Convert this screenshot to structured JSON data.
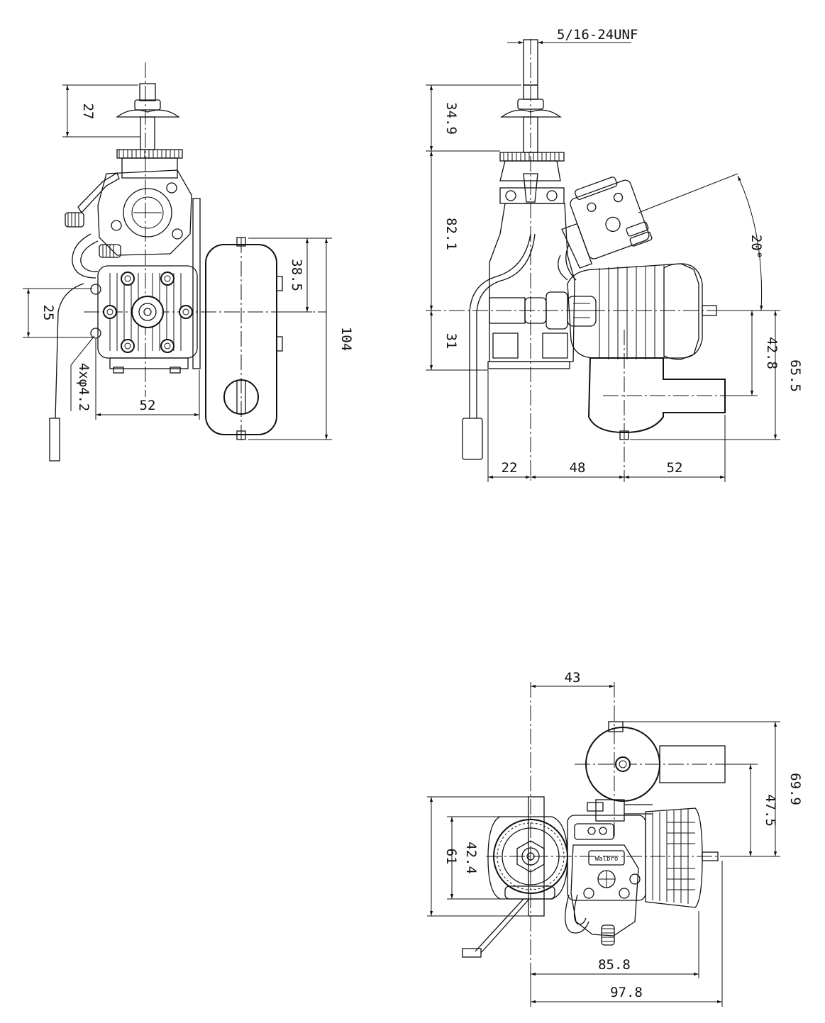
{
  "drawing": {
    "front_view": {
      "dims": {
        "top_prop": "27",
        "cyl_offset": "25",
        "muffler_offset": "38.5",
        "muffler_height": "104",
        "mount_width": "52",
        "mount_holes": "4xφ4.2"
      }
    },
    "side_view": {
      "dims": {
        "thread": "5/16-24UNF",
        "prop_shaft": "34.9",
        "body_height": "82.1",
        "lower_height": "31",
        "angle": "20°",
        "muffler_drop": "42.8",
        "muffler_total": "65.5",
        "width_a": "22",
        "width_b": "48",
        "width_c": "52"
      }
    },
    "top_view": {
      "dims": {
        "top_offset": "43",
        "muffler_depth": "69.9",
        "muffler_center": "47.5",
        "height_a": "61",
        "height_b": "42.4",
        "length_a": "85.8",
        "length_b": "97.8"
      },
      "carb_brand": "Walbro"
    },
    "colors": {
      "line": "#111111",
      "paper": "#ffffff"
    }
  }
}
